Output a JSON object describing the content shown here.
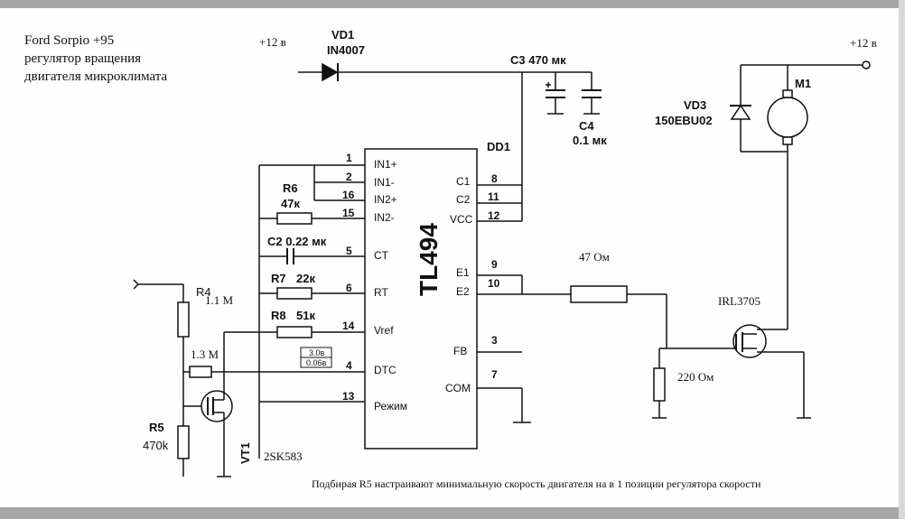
{
  "title": {
    "line1": "Ford Sorpio +95",
    "line2": "регулятор вращения",
    "line3": "двигателя микроклимата"
  },
  "power": {
    "left": "+12 в",
    "right": "+12 в"
  },
  "ic": {
    "designator": "DD1",
    "name": "TL494",
    "pins_left": [
      {
        "num": "1",
        "name": "IN1+"
      },
      {
        "num": "2",
        "name": "IN1-"
      },
      {
        "num": "16",
        "name": "IN2+"
      },
      {
        "num": "15",
        "name": "IN2-"
      },
      {
        "num": "5",
        "name": "CT"
      },
      {
        "num": "6",
        "name": "RT"
      },
      {
        "num": "14",
        "name": "Vref"
      },
      {
        "num": "4",
        "name": "DTC"
      },
      {
        "num": "13",
        "name": "Режим"
      }
    ],
    "pins_right": [
      {
        "num": "8",
        "name": "C1"
      },
      {
        "num": "11",
        "name": "C2"
      },
      {
        "num": "12",
        "name": "VCC"
      },
      {
        "num": "9",
        "name": "E1"
      },
      {
        "num": "10",
        "name": "E2"
      },
      {
        "num": "3",
        "name": "FB"
      },
      {
        "num": "7",
        "name": "COM"
      }
    ]
  },
  "components": {
    "vd1_ref": "VD1",
    "vd1_val": "IN4007",
    "c3": "C3 470 мк",
    "c4_ref": "C4",
    "c4_val": "0.1 мк",
    "vd3_ref": "VD3",
    "vd3_val": "150EBU02",
    "m1": "M1",
    "r6_ref": "R6",
    "r6_val": "47к",
    "c2": "C2 0.22 мк",
    "r7_ref": "R7",
    "r7_val": "22к",
    "r8_ref": "R8",
    "r8_val": "51к",
    "dtc_box_top": "3.0в",
    "dtc_box_bot": "0.06в",
    "r4_ref": "R4",
    "r4_val": "1.1 М",
    "r_mid": "1.3 М",
    "r5_ref": "R5",
    "r5_val": "470k",
    "vt1": "VT1",
    "vt1_type": "2SK583",
    "r_gate": "47 Ом",
    "r_pd": "220 Ом",
    "mosfet": "IRL3705"
  },
  "note": "Подбирая R5 настраивают минимальную скорость двигателя на в 1 позиции регулятора скорости"
}
